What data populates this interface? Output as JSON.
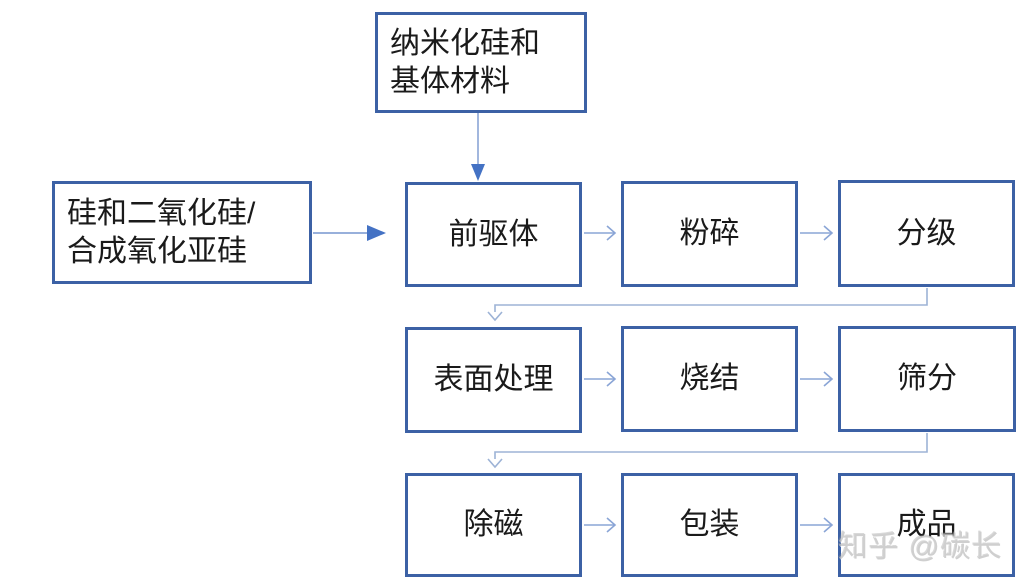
{
  "diagram": {
    "type": "flowchart",
    "nodes": {
      "nano_input": {
        "label": "纳米化硅和\n基体材料"
      },
      "silicon_input": {
        "label": "硅和二氧化硅/\n合成氧化亚硅"
      },
      "precursor": {
        "label": "前驱体"
      },
      "crushing": {
        "label": "粉碎"
      },
      "classification": {
        "label": "分级"
      },
      "surface_treatment": {
        "label": "表面处理"
      },
      "sintering": {
        "label": "烧结"
      },
      "sieving": {
        "label": "筛分"
      },
      "demagnetization": {
        "label": "除磁"
      },
      "packaging": {
        "label": "包装"
      },
      "finished_product": {
        "label": "成品"
      }
    },
    "edges": [
      {
        "from": "nano_input",
        "to": "precursor",
        "style": "solid-arrow"
      },
      {
        "from": "silicon_input",
        "to": "precursor",
        "style": "solid-arrow"
      },
      {
        "from": "precursor",
        "to": "crushing",
        "style": "open-arrow"
      },
      {
        "from": "crushing",
        "to": "classification",
        "style": "open-arrow"
      },
      {
        "from": "classification",
        "to": "surface_treatment",
        "style": "elbow-open-arrow"
      },
      {
        "from": "surface_treatment",
        "to": "sintering",
        "style": "open-arrow"
      },
      {
        "from": "sintering",
        "to": "sieving",
        "style": "open-arrow"
      },
      {
        "from": "sieving",
        "to": "demagnetization",
        "style": "elbow-open-arrow"
      },
      {
        "from": "demagnetization",
        "to": "packaging",
        "style": "open-arrow"
      },
      {
        "from": "packaging",
        "to": "finished_product",
        "style": "open-arrow"
      }
    ],
    "watermark": "知乎 @碳长",
    "colors": {
      "box_border": "#3c61a5",
      "arrow_fill": "#4472c4",
      "arrow_line": "#8aa5d6",
      "connector_line": "#9db3d6",
      "text": "#1a1a1a",
      "watermark": "#c4c4c4"
    }
  }
}
